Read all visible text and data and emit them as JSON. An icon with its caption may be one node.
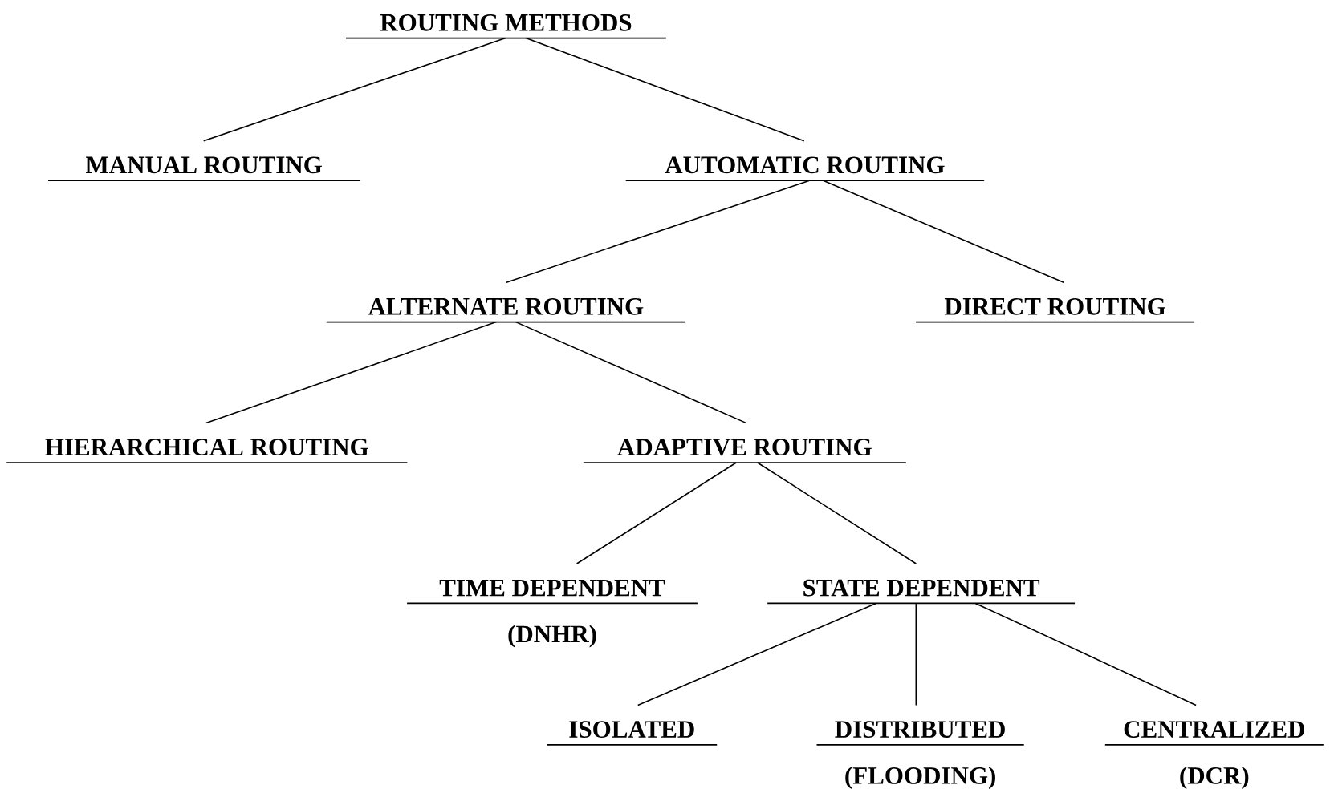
{
  "diagram": {
    "nodes": [
      {
        "text": [
          "ROUTING METHODS"
        ]
      },
      {
        "text": [
          "MANUAL ROUTING"
        ]
      },
      {
        "text": [
          "AUTOMATIC ROUTING"
        ]
      },
      {
        "text": [
          "ALTERNATE ROUTING"
        ]
      },
      {
        "text": [
          "DIRECT ROUTING"
        ]
      },
      {
        "text": [
          "HIERARCHICAL ROUTING"
        ]
      },
      {
        "text": [
          "ADAPTIVE ROUTING"
        ]
      },
      {
        "text": [
          "TIME DEPENDENT"
        ],
        "beside": [
          "(DNHR)"
        ]
      },
      {
        "text": [
          "STATE DEPENDENT"
        ]
      },
      {
        "text": [
          "ISOLATED"
        ]
      },
      {
        "text": [
          "DISTRIBUTED"
        ],
        "beside": [
          "(FLOODING)"
        ]
      },
      {
        "text": [
          "CENTRALIZED"
        ],
        "beside": [
          "(DCR)"
        ]
      }
    ],
    "edges": [
      {
        "from": 0,
        "to": 1,
        "arrow": "none"
      },
      {
        "from": 0,
        "to": 2,
        "arrow": "none"
      },
      {
        "from": 2,
        "to": 3,
        "arrow": "none"
      },
      {
        "from": 2,
        "to": 4,
        "arrow": "none"
      },
      {
        "from": 3,
        "to": 5,
        "arrow": "none"
      },
      {
        "from": 3,
        "to": 6,
        "arrow": "none"
      },
      {
        "from": 6,
        "to": 7,
        "arrow": "none"
      },
      {
        "from": 6,
        "to": 8,
        "arrow": "none"
      },
      {
        "from": 8,
        "to": 9,
        "arrow": "none"
      },
      {
        "from": 8,
        "to": 10,
        "arrow": "none"
      },
      {
        "from": 8,
        "to": 11,
        "arrow": "none"
      }
    ]
  }
}
